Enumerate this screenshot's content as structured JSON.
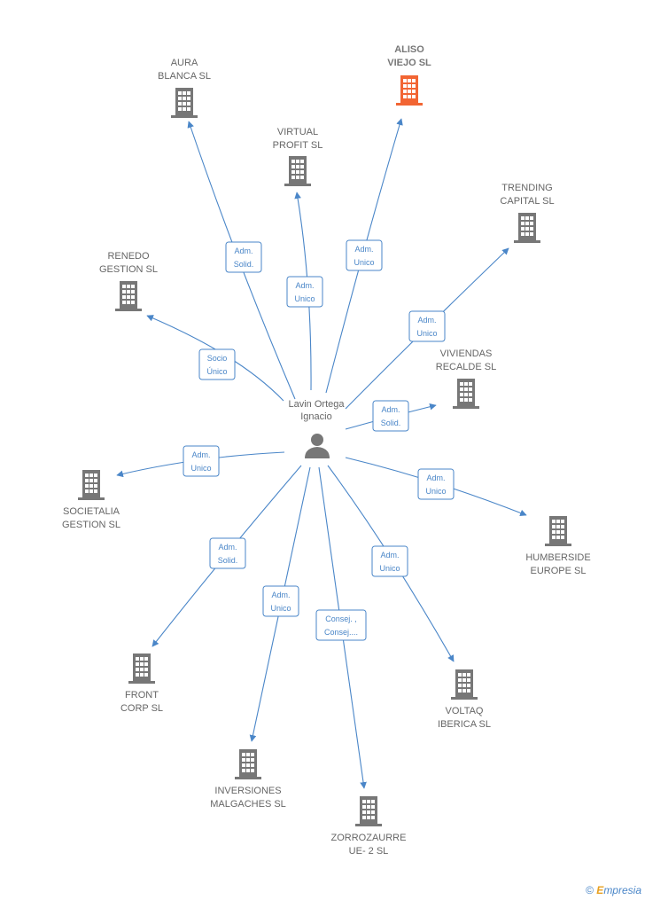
{
  "center": {
    "label_lines": [
      "Lavin Ortega",
      "Ignacio"
    ],
    "icon": "person-icon"
  },
  "colors": {
    "edge": "#4a86c8",
    "building": "#777777",
    "highlight": "#f26533",
    "label": "#666666"
  },
  "nodes": [
    {
      "id": "aura-blanca",
      "label_lines": [
        "AURA",
        "BLANCA  SL"
      ],
      "icon": "building-icon",
      "highlight": false
    },
    {
      "id": "aliso-viejo",
      "label_lines": [
        "ALISO",
        "VIEJO  SL"
      ],
      "icon": "building-icon",
      "highlight": true
    },
    {
      "id": "virtual-profit",
      "label_lines": [
        "VIRTUAL",
        "PROFIT  SL"
      ],
      "icon": "building-icon",
      "highlight": false
    },
    {
      "id": "trending-capital",
      "label_lines": [
        "TRENDING",
        "CAPITAL  SL"
      ],
      "icon": "building-icon",
      "highlight": false
    },
    {
      "id": "renedo-gestion",
      "label_lines": [
        "RENEDO",
        "GESTION  SL"
      ],
      "icon": "building-icon",
      "highlight": false
    },
    {
      "id": "viviendas-recalde",
      "label_lines": [
        "VIVIENDAS",
        "RECALDE SL"
      ],
      "icon": "building-icon",
      "highlight": false
    },
    {
      "id": "societalia-gestion",
      "label_lines": [
        "SOCIETALIA",
        "GESTION SL"
      ],
      "icon": "building-icon",
      "highlight": false
    },
    {
      "id": "humberside-europe",
      "label_lines": [
        "HUMBERSIDE",
        "EUROPE  SL"
      ],
      "icon": "building-icon",
      "highlight": false
    },
    {
      "id": "front-corp",
      "label_lines": [
        "FRONT",
        "CORP  SL"
      ],
      "icon": "building-icon",
      "highlight": false
    },
    {
      "id": "voltaq-iberica",
      "label_lines": [
        "VOLTAQ",
        "IBERICA  SL"
      ],
      "icon": "building-icon",
      "highlight": false
    },
    {
      "id": "inversiones-malgaches",
      "label_lines": [
        "INVERSIONES",
        "MALGACHES SL"
      ],
      "icon": "building-icon",
      "highlight": false
    },
    {
      "id": "zorrozaurre",
      "label_lines": [
        "ZORROZAURRE",
        "UE- 2  SL"
      ],
      "icon": "building-icon",
      "highlight": false
    }
  ],
  "edges": [
    {
      "to": "aura-blanca",
      "label_lines": [
        "Adm.",
        "Solid."
      ]
    },
    {
      "to": "aliso-viejo",
      "label_lines": [
        "Adm.",
        "Unico"
      ]
    },
    {
      "to": "virtual-profit",
      "label_lines": [
        "Adm.",
        "Unico"
      ]
    },
    {
      "to": "trending-capital",
      "label_lines": [
        "Adm.",
        "Unico"
      ]
    },
    {
      "to": "renedo-gestion",
      "label_lines": [
        "Socio",
        "Único"
      ]
    },
    {
      "to": "viviendas-recalde",
      "label_lines": [
        "Adm.",
        "Solid."
      ]
    },
    {
      "to": "societalia-gestion",
      "label_lines": [
        "Adm.",
        "Unico"
      ]
    },
    {
      "to": "humberside-europe",
      "label_lines": [
        "Adm.",
        "Unico"
      ]
    },
    {
      "to": "front-corp",
      "label_lines": [
        "Adm.",
        "Solid."
      ]
    },
    {
      "to": "voltaq-iberica",
      "label_lines": [
        "Adm.",
        "Unico"
      ]
    },
    {
      "to": "inversiones-malgaches",
      "label_lines": [
        "Adm.",
        "Unico"
      ]
    },
    {
      "to": "zorrozaurre",
      "label_lines": [
        "Consej. ,",
        "Consej...."
      ]
    }
  ],
  "footer": {
    "copyright": "©",
    "brand_first": "E",
    "brand_rest": "mpresia"
  }
}
